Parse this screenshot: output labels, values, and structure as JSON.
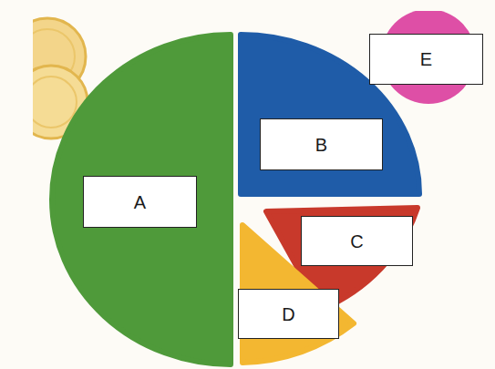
{
  "diagram": {
    "nodes": [
      {
        "text": [
          "A"
        ]
      },
      {
        "text": [
          "B"
        ]
      },
      {
        "text": [
          "C"
        ]
      },
      {
        "text": [
          "D"
        ]
      },
      {
        "text": [
          "E"
        ]
      }
    ]
  }
}
